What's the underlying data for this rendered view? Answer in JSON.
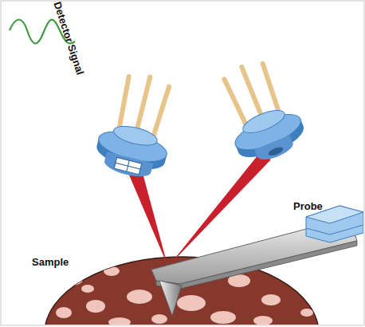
{
  "diagram": {
    "labels": [
      "Detector Signal",
      "Probe",
      "Sample"
    ]
  }
}
